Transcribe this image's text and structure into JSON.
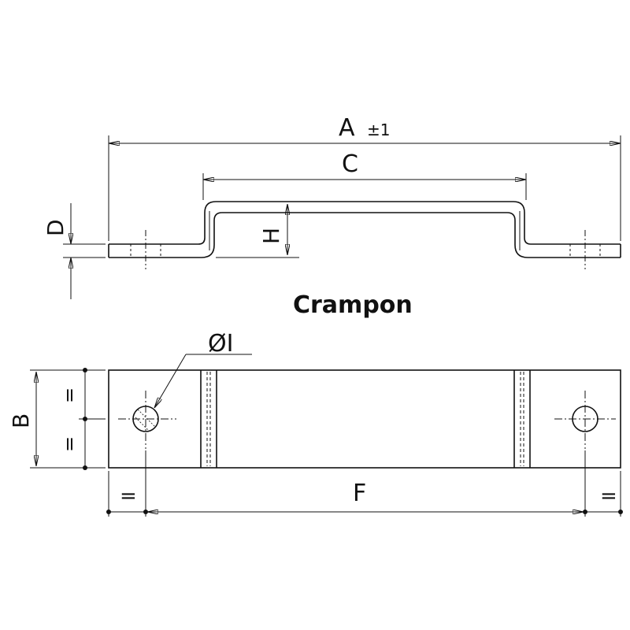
{
  "title": "Crampon",
  "dimensions": {
    "A": "A",
    "A_tolerance": "±1",
    "B": "B",
    "C": "C",
    "D": "D",
    "F": "F",
    "H": "H",
    "I": "ØI",
    "equal_mark": "="
  },
  "colors": {
    "line": "#111111",
    "background": "#ffffff"
  }
}
